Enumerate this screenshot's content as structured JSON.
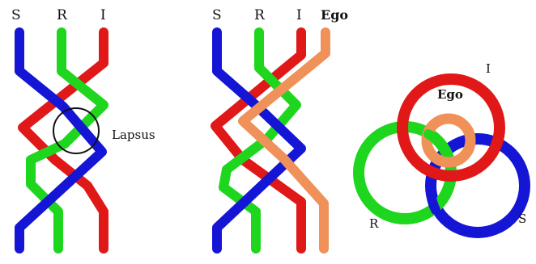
{
  "colors": {
    "S": "#1515d6",
    "R": "#1fd61f",
    "I": "#e01818",
    "Ego": "#f0915a",
    "ink": "#111111"
  },
  "panel1": {
    "labels": {
      "S": "S",
      "R": "R",
      "I": "I"
    },
    "annotation": "Lapsus"
  },
  "panel2": {
    "labels": {
      "S": "S",
      "R": "R",
      "I": "I",
      "Ego": "Ego"
    }
  },
  "panel3": {
    "labels": {
      "I": "I",
      "Ego": "Ego",
      "R": "R",
      "S": "S"
    }
  }
}
